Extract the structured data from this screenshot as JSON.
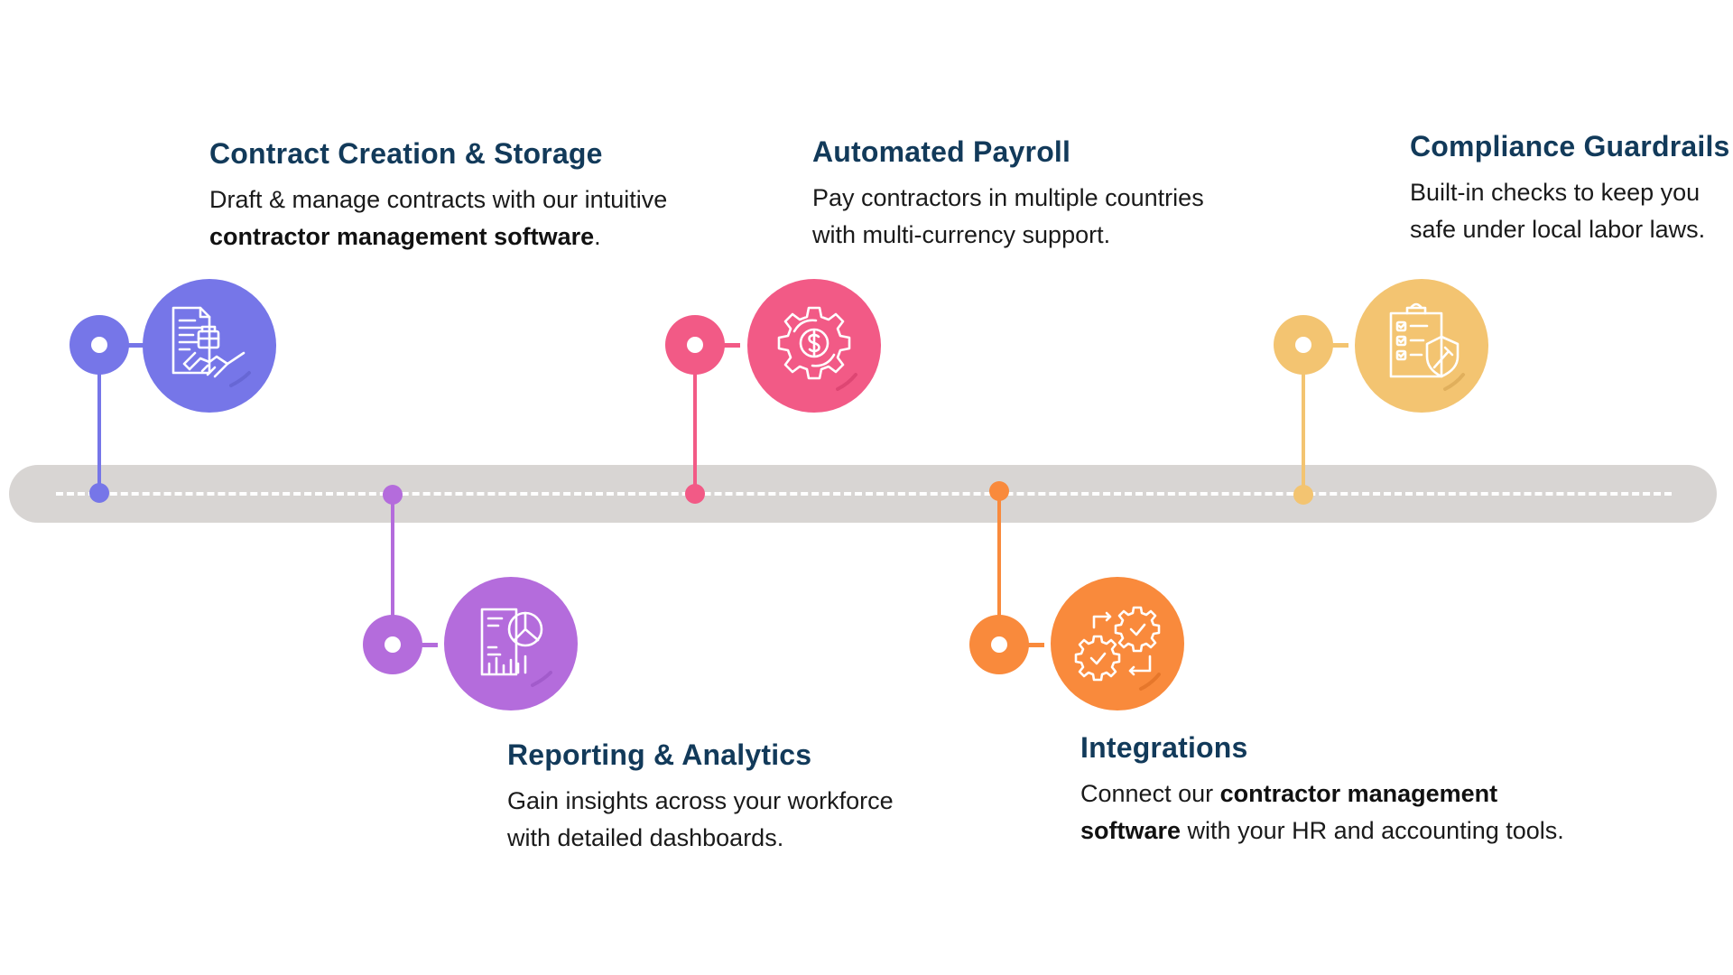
{
  "colors": {
    "contract": "#7676e8",
    "reporting": "#b46cdc",
    "payroll": "#f25a86",
    "integrations": "#f98a3c",
    "compliance": "#f3c471",
    "track": "#d8d5d3",
    "title": "#123a5a"
  },
  "items": [
    {
      "key": "contract",
      "icon": "contract-handshake-icon",
      "title": "Contract Creation & Storage",
      "desc_line1": "Draft & manage contracts with our intuitive",
      "desc_bold": "contractor management software",
      "desc_after": "."
    },
    {
      "key": "reporting",
      "icon": "report-chart-icon",
      "title": "Reporting & Analytics",
      "desc_line1": "Gain insights across your workforce",
      "desc_line2": "with detailed dashboards."
    },
    {
      "key": "payroll",
      "icon": "gear-dollar-icon",
      "title": "Automated Payroll",
      "desc_line1": "Pay contractors in multiple countries",
      "desc_line2": "with multi-currency support."
    },
    {
      "key": "integrations",
      "icon": "gears-sync-icon",
      "title": "Integrations",
      "desc_before": "Connect our ",
      "desc_bold1": "contractor management",
      "desc_bold2": "software",
      "desc_after": " with your HR and accounting tools."
    },
    {
      "key": "compliance",
      "icon": "checklist-shield-icon",
      "title": "Compliance Guardrails",
      "desc_line1": "Built-in checks to keep you",
      "desc_line2": "safe under local labor laws."
    }
  ]
}
